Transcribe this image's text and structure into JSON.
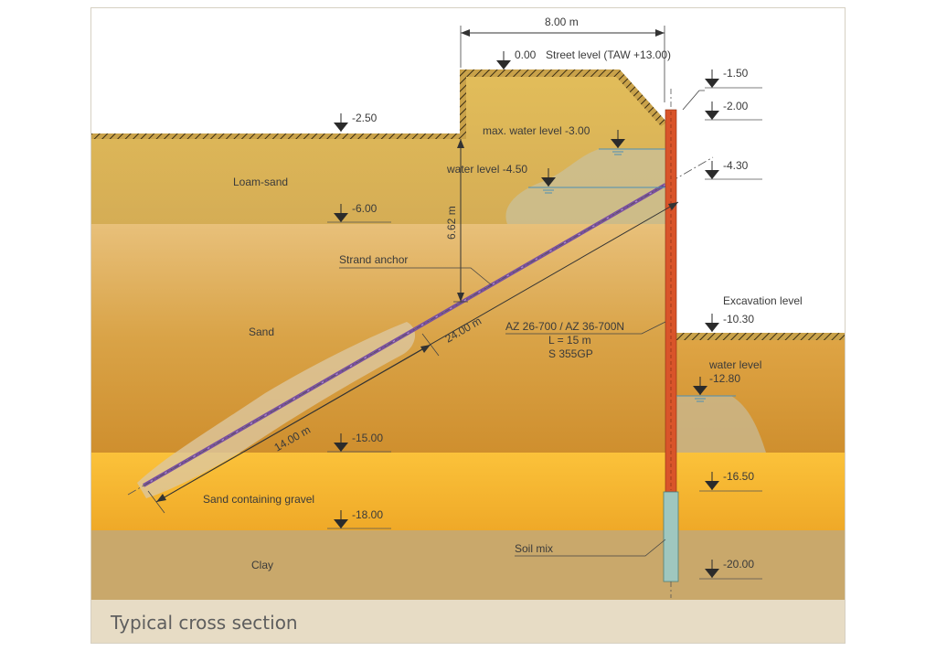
{
  "caption": "Typical cross section",
  "dimensions": {
    "width_top": "8.00 m",
    "height_anchor": "6.62 m",
    "anchor_total_length": "24.00 m",
    "anchor_bond_length": "14.00 m"
  },
  "levels": {
    "street": "0.00",
    "street_note": "Street level (TAW +13.00)",
    "l150": "-1.50",
    "l200": "-2.00",
    "l250": "-2.50",
    "l430": "-4.30",
    "l600": "-6.00",
    "excavation_title": "Excavation level",
    "l1030": "-10.30",
    "l1500": "-15.00",
    "l1650": "-16.50",
    "l1800": "-18.00",
    "l2000": "-20.00"
  },
  "water": {
    "max_level": "max. water level -3.00",
    "level_450": "water level -4.50",
    "level_right_title": "water level",
    "level_right_value": "-12.80"
  },
  "layers": {
    "loam_sand": "Loam-sand",
    "sand": "Sand",
    "sand_gravel": "Sand containing gravel",
    "clay": "Clay"
  },
  "components": {
    "strand_anchor": "Strand anchor",
    "sheet_pile_line1": "AZ 26-700 / AZ 36-700N",
    "sheet_pile_line2": "L = 15 m",
    "sheet_pile_line3": "S 355GP",
    "soil_mix": "Soil mix"
  },
  "colors": {
    "loam_sand": "#d9b04f",
    "sand": "#d39b3d",
    "sand_gravel": "#f6b72a",
    "clay": "#c9a86b",
    "caption_band": "#e7dcc5",
    "sheet_pile": "#d9542a",
    "soil_mix": "#9fc7bf",
    "anchor": "#7a4fa0",
    "water_line": "#4d8fb5"
  }
}
